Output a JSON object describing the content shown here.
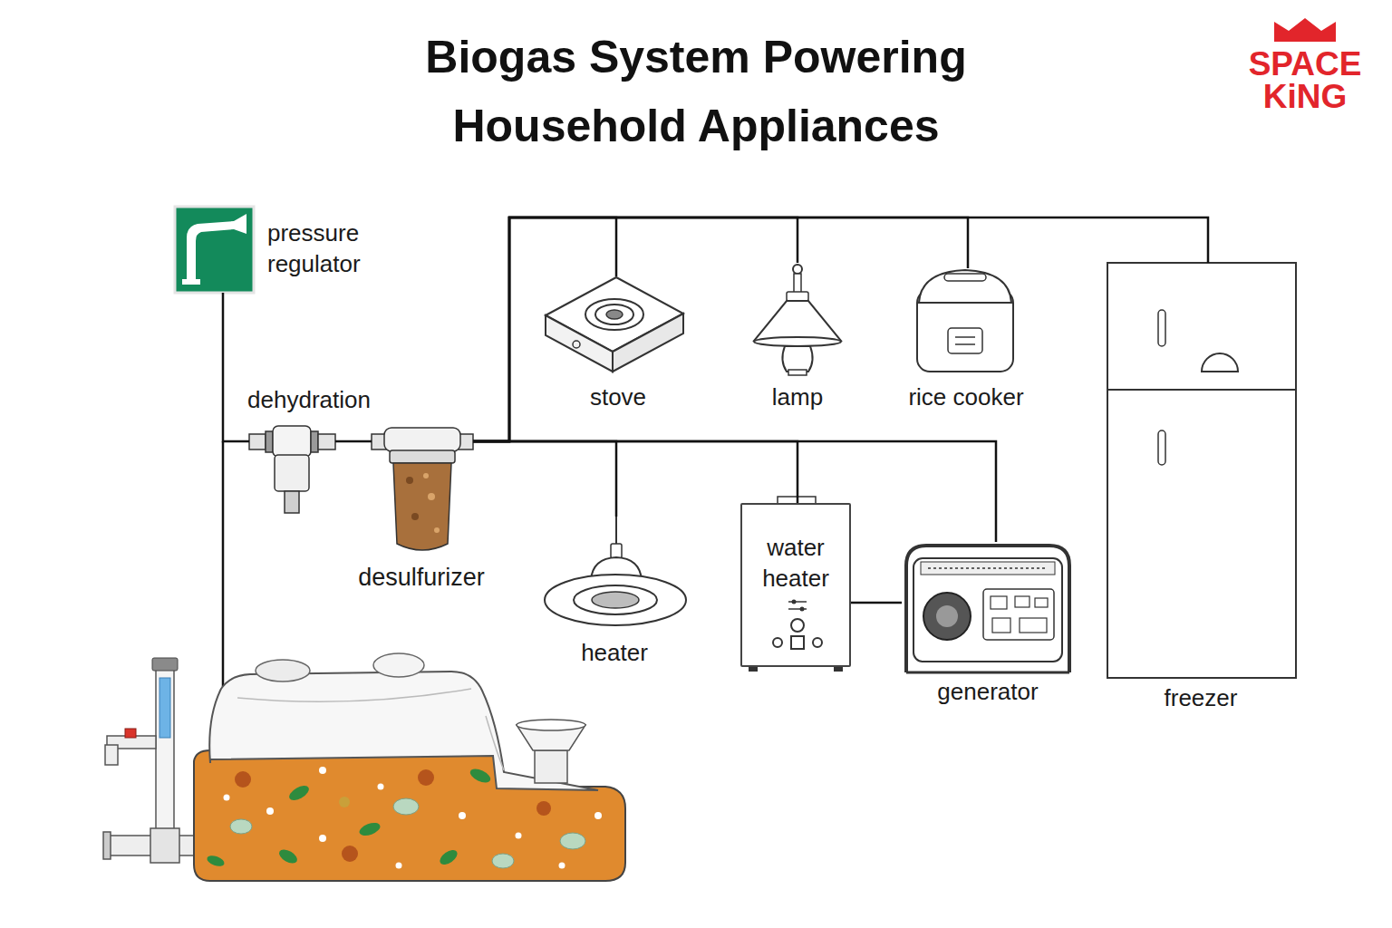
{
  "diagram": {
    "title": "Biogas System Powering Household Appliances",
    "nodes": [
      {
        "text": [
          "pressure regulator"
        ]
      },
      {
        "text": [
          "dehydration"
        ]
      },
      {
        "text": [
          "desulfurizer"
        ]
      },
      {
        "text": [
          "stove"
        ]
      },
      {
        "text": [
          "lamp"
        ]
      },
      {
        "text": [
          "rice cooker"
        ]
      },
      {
        "text": [
          "freezer"
        ]
      },
      {
        "text": [
          "heater"
        ]
      },
      {
        "text": [
          "water heater"
        ]
      },
      {
        "text": [
          "generator"
        ]
      }
    ],
    "edges": [
      {
        "from": 0,
        "to": 1,
        "arrow": "none"
      },
      {
        "from": 1,
        "to": 2,
        "arrow": "none"
      },
      {
        "from": 2,
        "to": 3,
        "arrow": "none"
      },
      {
        "from": 2,
        "to": 4,
        "arrow": "none"
      },
      {
        "from": 2,
        "to": 5,
        "arrow": "none"
      },
      {
        "from": 2,
        "to": 6,
        "arrow": "none"
      },
      {
        "from": 2,
        "to": 7,
        "arrow": "none"
      },
      {
        "from": 2,
        "to": 8,
        "arrow": "none"
      },
      {
        "from": 2,
        "to": 9,
        "arrow": "none"
      },
      {
        "from": 8,
        "to": 9,
        "arrow": "none"
      }
    ],
    "labels": [
      "SPACE",
      "KiNG"
    ]
  }
}
